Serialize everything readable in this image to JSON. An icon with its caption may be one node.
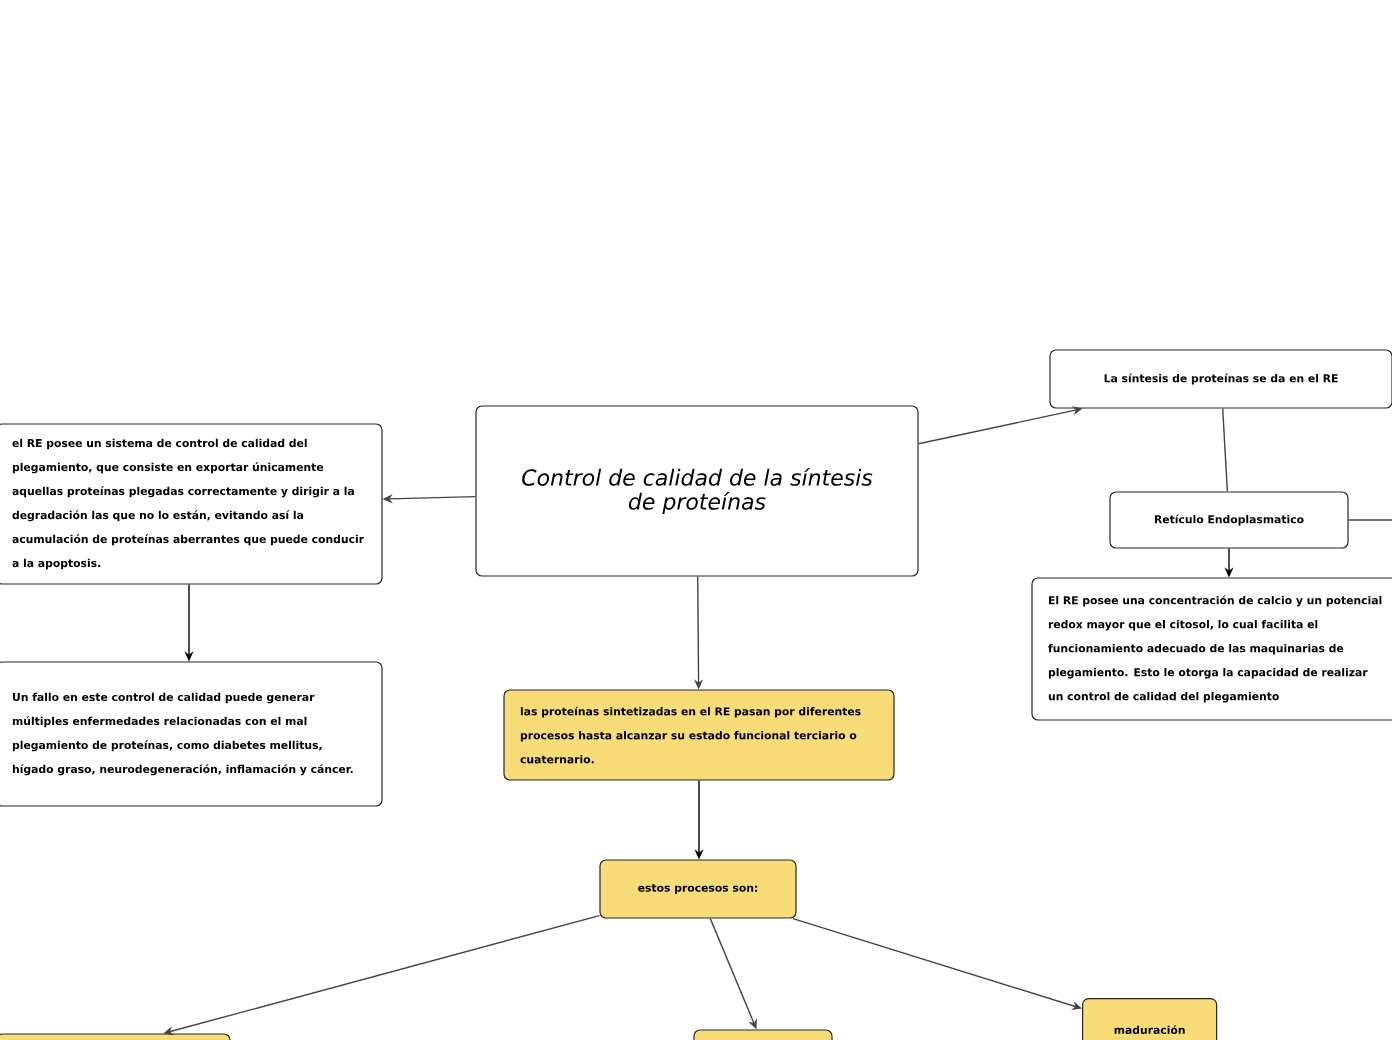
{
  "diagram": {
    "nodes": [
      {
        "text": [
          "Control de calidad de la síntesis de proteínas"
        ]
      },
      {
        "text": [
          "el RE posee un sistema de control de calidad del plegamiento, que consiste en exportar únicamente aquellas proteínas plegadas correctamente y dirigir a la degradación las que no lo están, evitando así la acumulación de proteínas aberrantes que puede conducir a la apoptosis."
        ]
      },
      {
        "text": [
          "Un fallo en este control de calidad puede generar múltiples enfermedades relacionadas con el mal plegamiento de proteínas, como diabetes mellitus, hígado graso, neurodegeneración, inflamación y cáncer."
        ]
      },
      {
        "text": [
          "La síntesis de proteínas se da en el RE"
        ]
      },
      {
        "text": [
          "Retículo Endoplasmatico"
        ]
      },
      {
        "text": [
          "El RE posee una concentración de calcio y un potencial redox mayor que el citosol, lo cual facilita el funcionamiento adecuado de las maquinarias de plegamiento. Esto le otorga la capacidad de realizar un control de calidad del plegamiento"
        ]
      },
      {
        "text": [
          "las proteínas sintetizadas en el RE pasan por diferentes procesos hasta alcanzar su estado funcional terciario o cuaternario."
        ]
      },
      {
        "text": [
          "estos procesos son:"
        ]
      },
      {
        "text": [],
        "shape": "box"
      },
      {
        "text": [],
        "shape": "box"
      },
      {
        "text": [
          "maduración"
        ]
      }
    ],
    "edges": [
      {
        "from": 0,
        "to": 1,
        "arrow": "to"
      },
      {
        "from": 1,
        "to": 2,
        "arrow": "to",
        "color": "#000000"
      },
      {
        "from": 0,
        "to": 3,
        "arrow": "to"
      },
      {
        "from": 3,
        "to": 4,
        "arrow": "none"
      },
      {
        "from": 4,
        "to": 5,
        "arrow": "to",
        "color": "#000000"
      },
      {
        "from": 4,
        "to": null,
        "arrow": "none"
      },
      {
        "from": 0,
        "to": 6,
        "arrow": "to"
      },
      {
        "from": 6,
        "to": 7,
        "arrow": "to",
        "color": "#000000"
      },
      {
        "from": 7,
        "to": 8,
        "arrow": "to"
      },
      {
        "from": 7,
        "to": 9,
        "arrow": "to"
      },
      {
        "from": 7,
        "to": 10,
        "arrow": "to"
      }
    ]
  }
}
